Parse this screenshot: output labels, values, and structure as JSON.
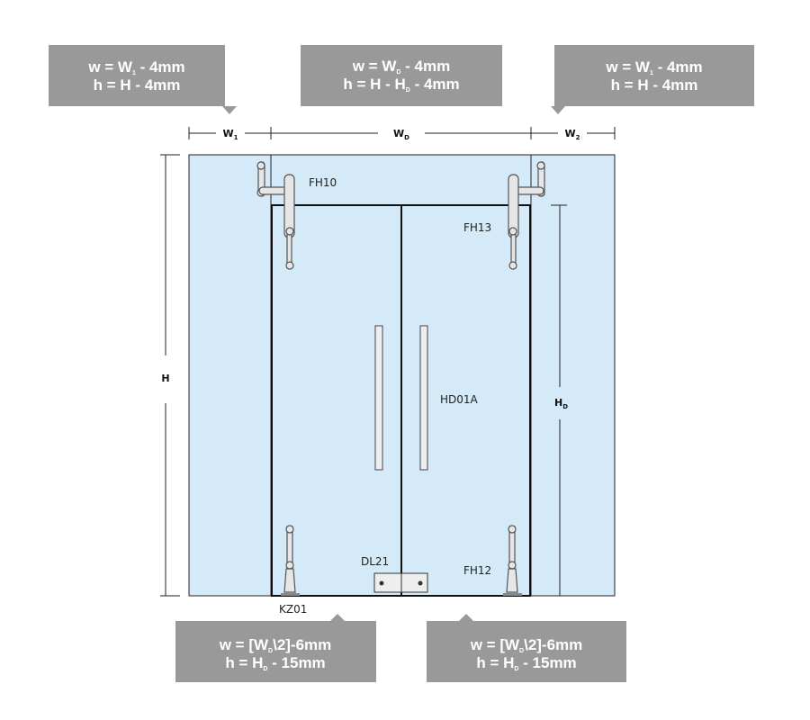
{
  "callouts": {
    "top_left": {
      "w": [
        "w = W",
        "1",
        " - 4mm"
      ],
      "h": [
        "h = H - 4mm"
      ]
    },
    "top_center": {
      "w": [
        "w = W",
        "D",
        " - 4mm"
      ],
      "h": [
        "h = H - H",
        "D",
        " - 4mm"
      ]
    },
    "top_right": {
      "w": [
        "w = W",
        "1",
        " - 4mm"
      ],
      "h": [
        "h = H - 4mm"
      ]
    },
    "bottom_left": {
      "w": [
        "w = [W",
        "D",
        "\\2]-6mm"
      ],
      "h": [
        "h = H",
        "D",
        " - 15mm"
      ]
    },
    "bottom_right": {
      "w": [
        "w = [W",
        "D",
        "\\2]-6mm"
      ],
      "h": [
        "h = H",
        "D",
        " - 15mm"
      ]
    }
  },
  "dimensions": {
    "w1": [
      "W",
      "1"
    ],
    "wd": [
      "W",
      "D"
    ],
    "w2": [
      "W",
      "2"
    ],
    "h": "H",
    "hd": [
      "H",
      "D"
    ]
  },
  "parts": {
    "fh10": "FH10",
    "fh13": "FH13",
    "hd01a": "HD01A",
    "dl21": "DL21",
    "fh12": "FH12",
    "kz01": "KZ01"
  },
  "colors": {
    "callout": "#999999",
    "glass": "#d4eaf9"
  }
}
